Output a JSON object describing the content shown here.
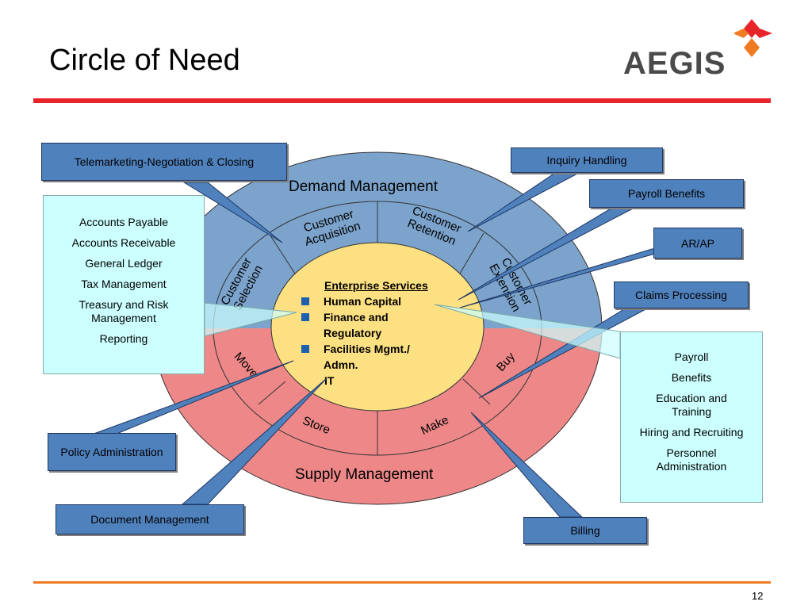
{
  "title": "Circle of Need",
  "logo": {
    "text": "AEGIS",
    "accent_color": "#e8242b"
  },
  "page_number": "12",
  "colors": {
    "demand": "#7ba3cc",
    "supply": "#ee8888",
    "center": "#fce082",
    "callout": "#4f81bd",
    "panel": "#ccffff",
    "top_rule": "#e8242b",
    "bottom_rule": "#f07a22"
  },
  "outer_labels": {
    "demand": "Demand Management",
    "supply": "Supply Management"
  },
  "segments": {
    "customer_acquisition": "Customer Acquisition",
    "customer_retention": "Customer Retention",
    "customer_selection": "Customer Selection",
    "customer_extension": "Customer Extension",
    "move": "Move",
    "store": "Store",
    "make": "Make",
    "buy": "Buy"
  },
  "center": {
    "header": "Enterprise Services",
    "items": [
      "Human Capital",
      "Finance and Regulatory",
      "Facilities Mgmt./ Admn."
    ],
    "trailing": "IT"
  },
  "callouts": {
    "telemarketing": "Telemarketing-Negotiation & Closing",
    "inquiry": "Inquiry Handling",
    "payroll_benefits": "Payroll Benefits",
    "arap": "AR/AP",
    "claims": "Claims Processing",
    "policy": "Policy Administration",
    "document": "Document Management",
    "billing": "Billing"
  },
  "finance_panel": [
    "Accounts Payable",
    "Accounts Receivable",
    "General Ledger",
    "Tax Management",
    "Treasury and Risk Management",
    "Reporting"
  ],
  "hr_panel": [
    "Payroll",
    "Benefits",
    "Education and Training",
    "Hiring and Recruiting",
    "Personnel Administration"
  ]
}
